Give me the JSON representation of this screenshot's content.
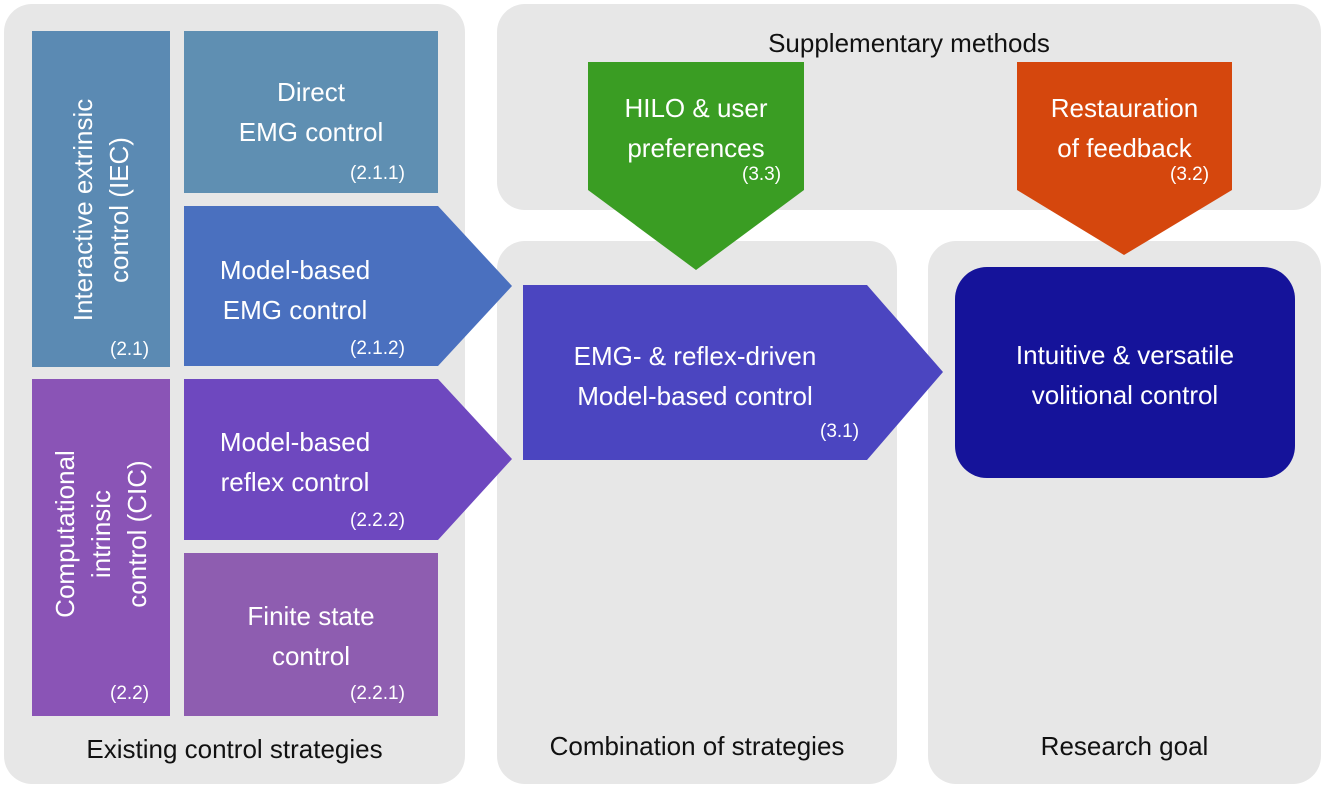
{
  "panels": {
    "existing": "Existing control strategies",
    "combination": "Combination of strategies",
    "research": "Research goal",
    "supplementary": "Supplementary methods"
  },
  "iec": {
    "line1": "Interactive extrinsic",
    "line2": "control (IEC)",
    "num": "(2.1)"
  },
  "cic": {
    "line1": "Computational",
    "line2": "intrinsic",
    "line3": "control (CIC)",
    "num": "(2.2)"
  },
  "direct_emg": {
    "line1": "Direct",
    "line2": "EMG control",
    "num": "(2.1.1)"
  },
  "model_emg": {
    "line1": "Model-based",
    "line2": "EMG control",
    "num": "(2.1.2)"
  },
  "model_reflex": {
    "line1": "Model-based",
    "line2": "reflex control",
    "num": "(2.2.2)"
  },
  "finite_state": {
    "line1": "Finite state",
    "line2": "control",
    "num": "(2.2.1)"
  },
  "combined": {
    "line1": "EMG- & reflex-driven",
    "line2": "Model-based control",
    "num": "(3.1)"
  },
  "hilo": {
    "line1": "HILO & user",
    "line2": "preferences",
    "num": "(3.3)"
  },
  "feedback": {
    "line1": "Restauration",
    "line2": "of feedback",
    "num": "(3.2)"
  },
  "goal": {
    "line1": "Intuitive & versatile",
    "line2": "volitional control"
  },
  "colors": {
    "panel_bg": "#e7e7e7",
    "iec": "#5b8ab3",
    "direct_emg": "#5f8fb2",
    "model_emg": "#4a70bf",
    "cic": "#8a54b6",
    "model_reflex": "#6e48bf",
    "finite_state": "#8e5db0",
    "combined": "#4b45c0",
    "hilo": "#3a9d23",
    "feedback": "#d5470d",
    "goal": "#15139a"
  }
}
